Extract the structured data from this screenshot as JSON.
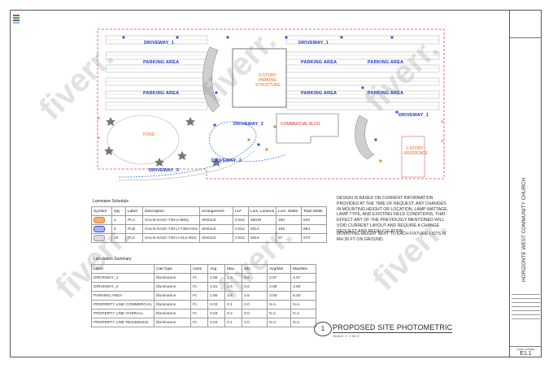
{
  "plan_labels": {
    "driveway_1a": "DRIVEWAY_1",
    "driveway_1b": "DRIVEWAY_1",
    "driveway_1c": "DRIVEWAY_1",
    "driveway_2": "DRIVEWAY_2",
    "driveway_2b": "DRIVEWAY_2",
    "driveway_3": "DRIVEWAY_3",
    "parking_1": "PARKING AREA",
    "parking_2": "PARKING AREA",
    "parking_3": "PARKING AREA",
    "parking_4": "PARKING AREA",
    "parking_5": "PARKING AREA",
    "parking_6": "PARKING AREA",
    "parking_structure": "5-STORY PARKING STRUCTURE",
    "commercial": "COMMERCIAL BLDG",
    "residence": "1-STORY RESIDENCE",
    "pond": "POND"
  },
  "luminaire_schedule": {
    "title": "Luminaire Schedule",
    "headers": [
      "Symbol",
      "Qty",
      "Label",
      "Description",
      "Arrangement",
      "LLF",
      "Lum. Lumens",
      "Lum. Watts",
      "Total Watts"
    ],
    "rows": [
      {
        "qty": "4",
        "label": "PLA",
        "description": "GALN-SA2C-730-U-5MQ",
        "arrangement": "SINGLE",
        "llf": "0.912",
        "lumens": "25049",
        "watts": "160",
        "total": "640",
        "color": "#e8823a"
      },
      {
        "qty": "8",
        "label": "PLB",
        "description": "GALN-SA2C-730-U-T4W-HSS",
        "arrangement": "SINGLE",
        "llf": "0.912",
        "lumens": "9314",
        "watts": "108",
        "total": "864",
        "color": "#3a4fd8"
      },
      {
        "qty": "10",
        "label": "PLC",
        "description": "GALN-SA2C-730-U-SL2-HSS",
        "arrangement": "SINGLE",
        "llf": "0.912",
        "lumens": "6316",
        "watts": "57",
        "total": "570",
        "color": "#9a9a9a"
      }
    ]
  },
  "calculation_summary": {
    "title": "Calculation Summary",
    "headers": [
      "Label",
      "CalcType",
      "Units",
      "Avg",
      "Max",
      "Min",
      "Avg/Min",
      "Max/Min"
    ],
    "rows": [
      [
        "DRIVEWAY_1",
        "Illuminance",
        "Fc",
        "1.58",
        "2.8",
        "0.6",
        "2.97",
        "4.67"
      ],
      [
        "DRIVEWAY_2",
        "Illuminance",
        "Fc",
        "1.61",
        "2.9",
        "0.6",
        "2.68",
        "4.83"
      ],
      [
        "PARKING AREA",
        "Illuminance",
        "Fc",
        "1.80",
        "3.6",
        "0.6",
        "3.00",
        "6.00"
      ],
      [
        "PROPERTY LINE COMMERCIAL",
        "Illuminance",
        "Fc",
        "0.03",
        "0.1",
        "0.0",
        "N.A.",
        "N.A."
      ],
      [
        "PROPERTY LINE OVERALL",
        "Illuminance",
        "Fc",
        "0.03",
        "0.2",
        "0.0",
        "N.A.",
        "N.A."
      ],
      [
        "PROPERTY LINE RESIDENCE",
        "Illuminance",
        "Fc",
        "0.04",
        "0.1",
        "0.0",
        "N.A.",
        "N.A."
      ]
    ]
  },
  "notes": {
    "note_1": "DESIGN IS BASED ON CURRENT INFORMATION PROVIDED AT THE TIME OF REQUEST. ANY CHANGES IN MOUNTING HEIGHT OR LOCATION, LAMP WATTAGE, LAMP TYPE, AND EXISTING FIELD CONDITIONS, THAT EFFECT ANY OF THE PREVIOUSLY MENTIONED WILL VOID CURRENT LAYOUT AND REQUIRE A CHANGE REQUEST AND RECALCULATION.",
    "note_2": "MOUNTING HEIGHT NEXT TO EACH FIXTURE LISTS IS MH 30 FT ON GROUND."
  },
  "drawing_title": {
    "number": "1",
    "title": "PROPOSED SITE PHOTOMETRIC",
    "scale": "SCALE: 1\" = 80'-0\""
  },
  "title_block": {
    "project": "HORIZONTE WEST COMMUNITY CHURCH",
    "sheet_label": "SHEET NUMBER",
    "sheet_number": "E1.1"
  },
  "watermark": "fiverr."
}
